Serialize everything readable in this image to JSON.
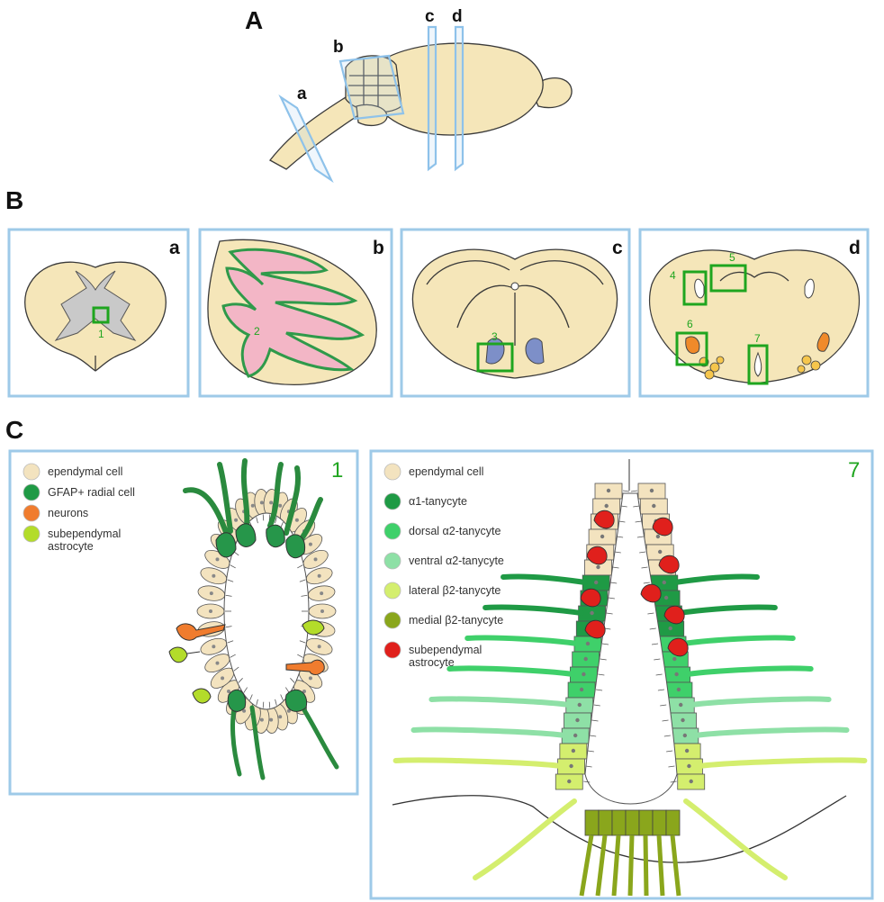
{
  "sections": {
    "A": "A",
    "B": "B",
    "C": "C"
  },
  "planes": {
    "a": "a",
    "b": "b",
    "c": "c",
    "d": "d"
  },
  "panels": [
    {
      "letter": "a",
      "regions": [
        "1"
      ]
    },
    {
      "letter": "b",
      "regions": [
        "2"
      ]
    },
    {
      "letter": "c",
      "regions": [
        "3"
      ]
    },
    {
      "letter": "d",
      "regions": [
        "4",
        "5",
        "6",
        "7"
      ]
    }
  ],
  "detail_left": {
    "number": "1",
    "legend": [
      {
        "lines": [
          "ependymal cell"
        ],
        "color": "#f3e3bf"
      },
      {
        "lines": [
          "GFAP+ radial cell"
        ],
        "color": "#1f9a45"
      },
      {
        "lines": [
          "neurons"
        ],
        "color": "#f07c2e"
      },
      {
        "lines": [
          "subependymal",
          "astrocyte"
        ],
        "color": "#b3dc2a"
      }
    ]
  },
  "detail_right": {
    "number": "7",
    "legend": [
      {
        "lines": [
          "ependymal cell"
        ],
        "color": "#f3e3bf"
      },
      {
        "lines": [
          "α1-tanycyte"
        ],
        "color": "#1f9a45"
      },
      {
        "lines": [
          "dorsal α2-tanycyte"
        ],
        "color": "#3fd06a"
      },
      {
        "lines": [
          "ventral α2-tanycyte"
        ],
        "color": "#8ee0a6"
      },
      {
        "lines": [
          "lateral β2-tanycyte"
        ],
        "color": "#d4ee6e"
      },
      {
        "lines": [
          "medial β2-tanycyte"
        ],
        "color": "#8aa61c"
      },
      {
        "lines": [
          "subependymal",
          "astrocyte"
        ],
        "color": "#e0201c"
      }
    ]
  }
}
